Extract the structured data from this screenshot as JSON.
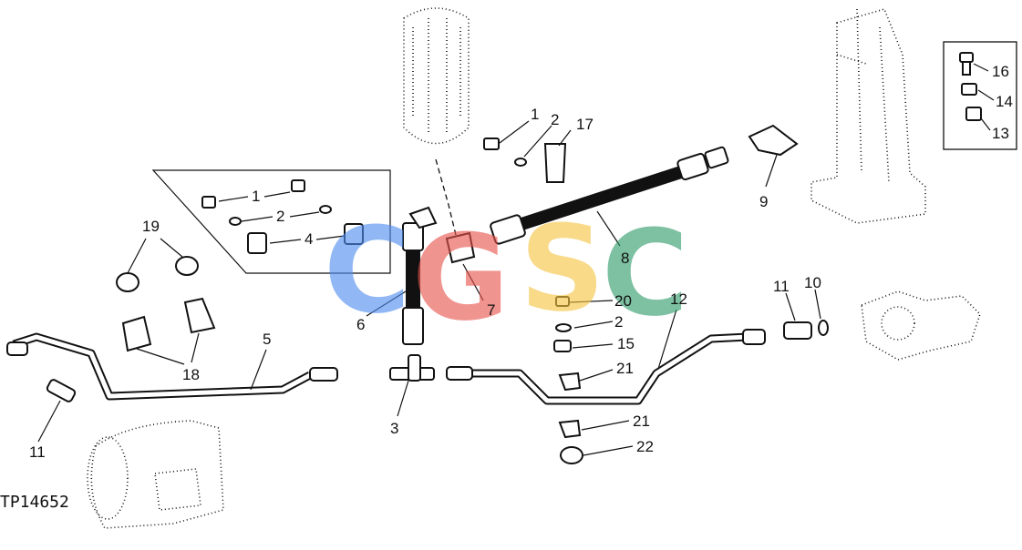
{
  "figure_id": "TP14652",
  "watermark": {
    "letters": [
      "C",
      "G",
      "S",
      "C"
    ],
    "colors": [
      "#4f8ef0",
      "#e8534b",
      "#f5c542",
      "#2f9a6a"
    ]
  },
  "callouts": [
    {
      "key": "c1a",
      "text": "1"
    },
    {
      "key": "c2a",
      "text": "2"
    },
    {
      "key": "c17",
      "text": "17"
    },
    {
      "key": "c1b",
      "text": "1"
    },
    {
      "key": "c2b",
      "text": "2"
    },
    {
      "key": "c4",
      "text": "4"
    },
    {
      "key": "c19",
      "text": "19"
    },
    {
      "key": "c18",
      "text": "18"
    },
    {
      "key": "c5",
      "text": "5"
    },
    {
      "key": "c11a",
      "text": "11"
    },
    {
      "key": "c6",
      "text": "6"
    },
    {
      "key": "c7",
      "text": "7"
    },
    {
      "key": "c3",
      "text": "3"
    },
    {
      "key": "c8",
      "text": "8"
    },
    {
      "key": "c9",
      "text": "9"
    },
    {
      "key": "c20",
      "text": "20"
    },
    {
      "key": "c2c",
      "text": "2"
    },
    {
      "key": "c15",
      "text": "15"
    },
    {
      "key": "c21a",
      "text": "21"
    },
    {
      "key": "c21b",
      "text": "21"
    },
    {
      "key": "c22",
      "text": "22"
    },
    {
      "key": "c12",
      "text": "12"
    },
    {
      "key": "c11b",
      "text": "11"
    },
    {
      "key": "c10",
      "text": "10"
    },
    {
      "key": "c16",
      "text": "16"
    },
    {
      "key": "c14",
      "text": "14"
    },
    {
      "key": "c13",
      "text": "13"
    }
  ]
}
